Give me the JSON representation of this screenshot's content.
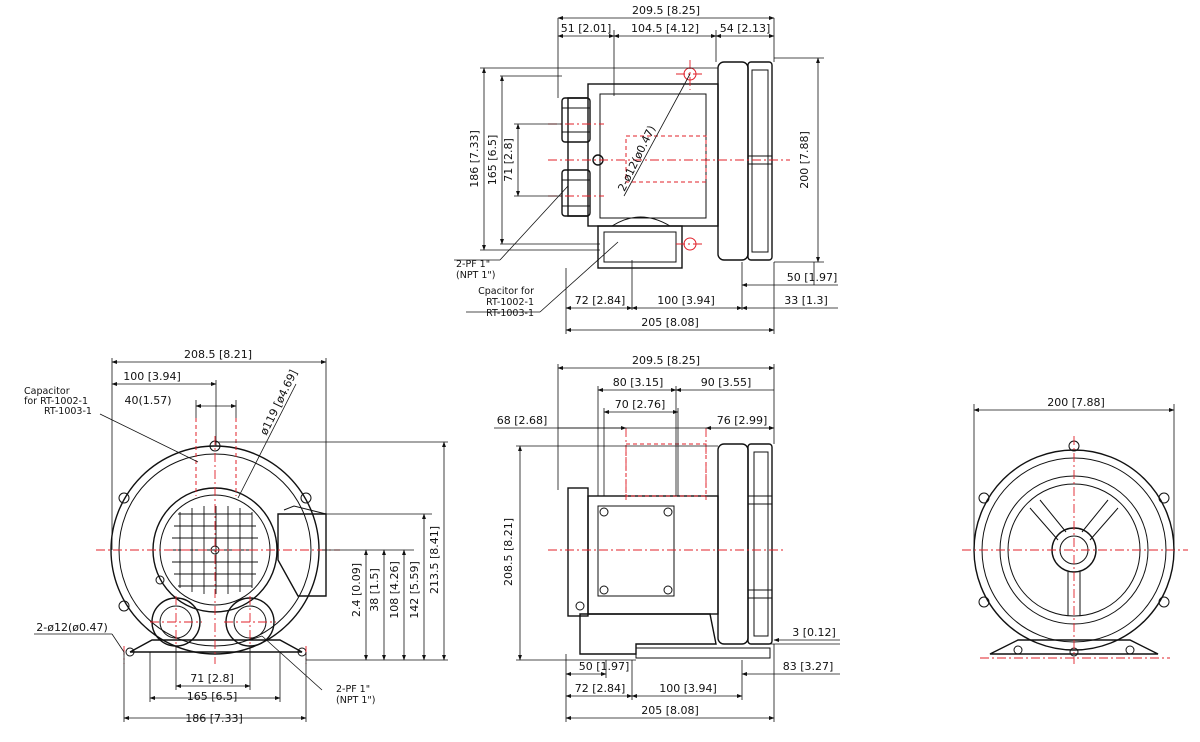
{
  "top_view": {
    "dims": {
      "overall_length": "209.5 [8.25]",
      "d51": "51 [2.01]",
      "d104": "104.5 [4.12]",
      "d54": "54 [2.13]",
      "d186": "186 [7.33]",
      "d165": "165 [6.5]",
      "d71": "71 [2.8]",
      "d200": "200 [7.88]",
      "hole": "2-ø12(ø0.47)",
      "d50": "50 [1.97]",
      "d72": "72 [2.84]",
      "d100": "100 [3.94]",
      "d33": "33 [1.3]",
      "d205": "205 [8.08]"
    },
    "notes": {
      "port_1": "2-PF 1\"",
      "port_2": "(NPT 1\")",
      "cap_1": "Cpacitor for",
      "cap_2": "RT-1002-1",
      "cap_3": "RT-1003-1"
    }
  },
  "front_view": {
    "dims": {
      "d208": "208.5 [8.21]",
      "d100": "100 [3.94]",
      "d40": "40(1.57)",
      "d119": "ø119 [ø4.69]",
      "d24": "2.4 [0.09]",
      "d38": "38 [1.5]",
      "d108": "108 [4.26]",
      "d142": "142 [5.59]",
      "d213": "213.5 [8.41]",
      "hole": "2-ø12(ø0.47)",
      "d71": "71 [2.8]",
      "d165": "165 [6.5]",
      "d186": "186 [7.33]"
    },
    "notes": {
      "cap_1": "Capacitor",
      "cap_2": "for RT-1002-1",
      "cap_3": "RT-1003-1",
      "port_1": "2-PF 1\"",
      "port_2": "(NPT 1\")"
    }
  },
  "side_view": {
    "dims": {
      "d209": "209.5 [8.25]",
      "d80": "80 [3.15]",
      "d90": "90 [3.55]",
      "d70": "70 [2.76]",
      "d68": "68 [2.68]",
      "d76": "76 [2.99]",
      "d208": "208.5 [8.21]",
      "d3": "3 [0.12]",
      "d50": "50 [1.97]",
      "d83": "83 [3.27]",
      "d72": "72 [2.84]",
      "d100": "100 [3.94]",
      "d205": "205 [8.08]"
    }
  },
  "rear_view": {
    "dims": {
      "d200": "200 [7.88]"
    }
  },
  "colors": {
    "line": "#111111",
    "centerline": "#e0202a",
    "background": "#ffffff"
  }
}
